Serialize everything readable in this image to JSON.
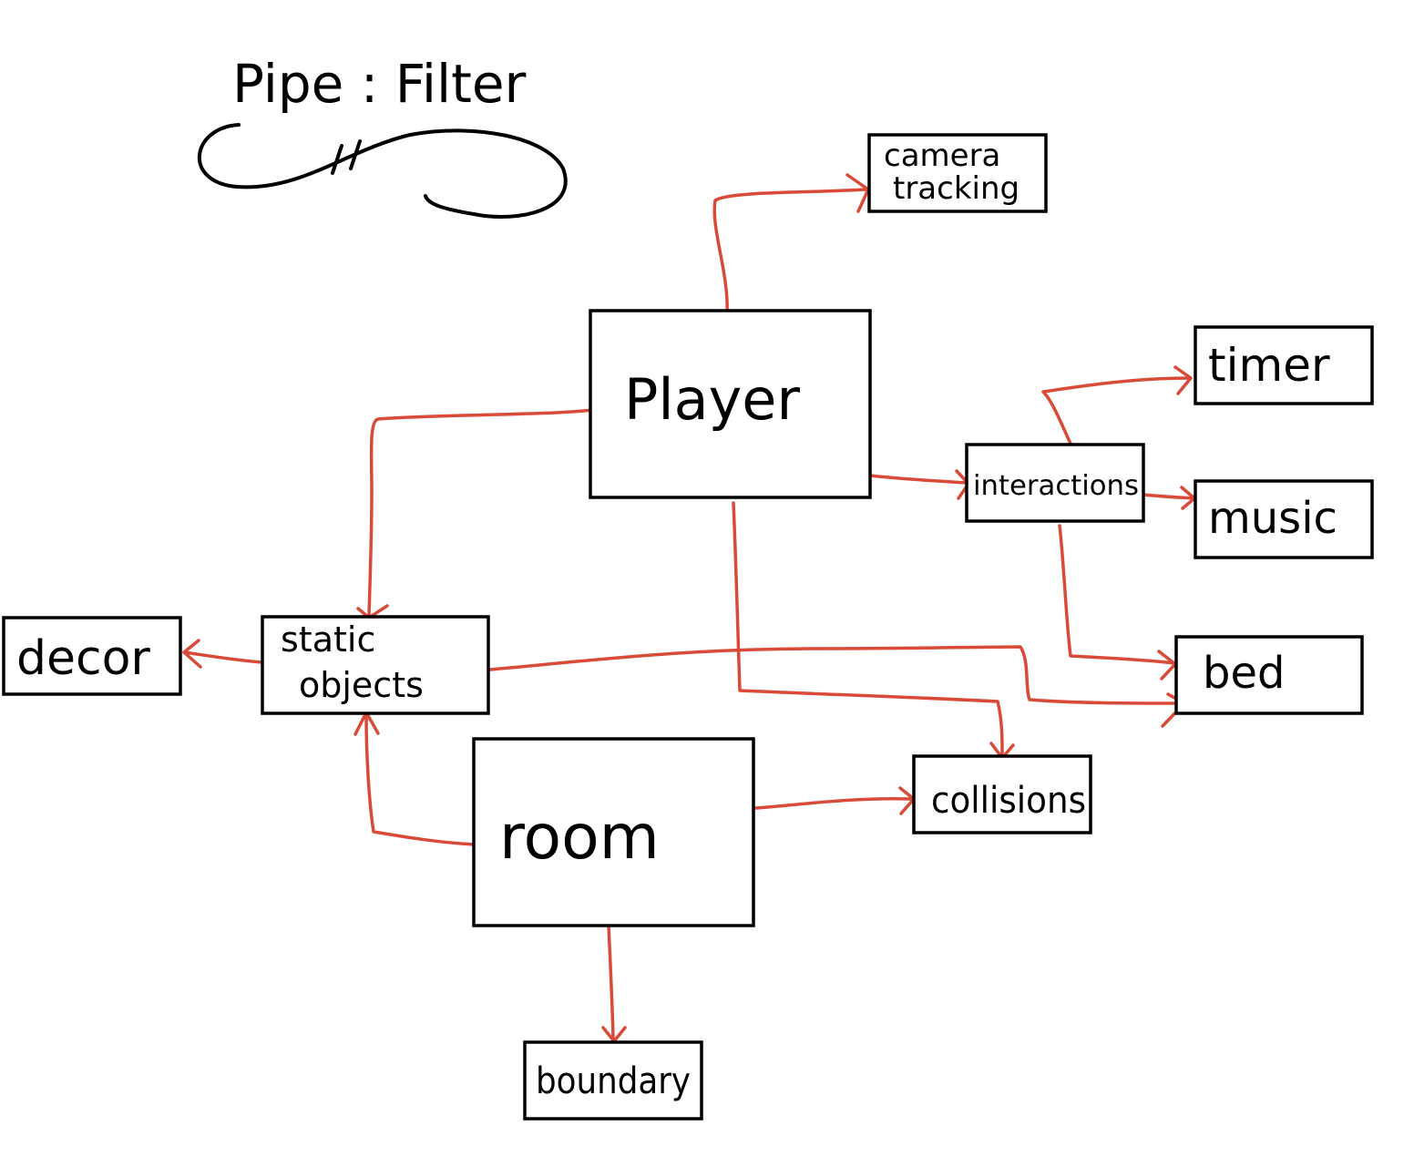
{
  "title": "Pipe : Filter",
  "colors": {
    "box_stroke": "#000000",
    "arrow": "#d94a38",
    "text": "#000000",
    "background": "#ffffff"
  },
  "nodes": [
    {
      "id": "camera-tracking",
      "label_lines": [
        "camera",
        "tracking"
      ]
    },
    {
      "id": "player",
      "label_lines": [
        "Player"
      ]
    },
    {
      "id": "timer",
      "label_lines": [
        "timer"
      ]
    },
    {
      "id": "interactions",
      "label_lines": [
        "interactions"
      ]
    },
    {
      "id": "music",
      "label_lines": [
        "music"
      ]
    },
    {
      "id": "decor",
      "label_lines": [
        "decor"
      ]
    },
    {
      "id": "static-objects",
      "label_lines": [
        "static",
        "objects"
      ]
    },
    {
      "id": "bed",
      "label_lines": [
        "bed"
      ]
    },
    {
      "id": "room",
      "label_lines": [
        "room"
      ]
    },
    {
      "id": "collisions",
      "label_lines": [
        "collisions"
      ]
    },
    {
      "id": "boundary",
      "label_lines": [
        "boundary"
      ]
    }
  ],
  "edges": [
    {
      "from": "player",
      "to": "camera-tracking"
    },
    {
      "from": "player",
      "to": "interactions"
    },
    {
      "from": "player",
      "to": "static-objects"
    },
    {
      "from": "player",
      "to": "collisions"
    },
    {
      "from": "interactions",
      "to": "timer"
    },
    {
      "from": "interactions",
      "to": "music"
    },
    {
      "from": "interactions",
      "to": "bed"
    },
    {
      "from": "static-objects",
      "to": "decor"
    },
    {
      "from": "static-objects",
      "to": "bed"
    },
    {
      "from": "room",
      "to": "static-objects"
    },
    {
      "from": "room",
      "to": "collisions"
    },
    {
      "from": "room",
      "to": "boundary"
    }
  ]
}
